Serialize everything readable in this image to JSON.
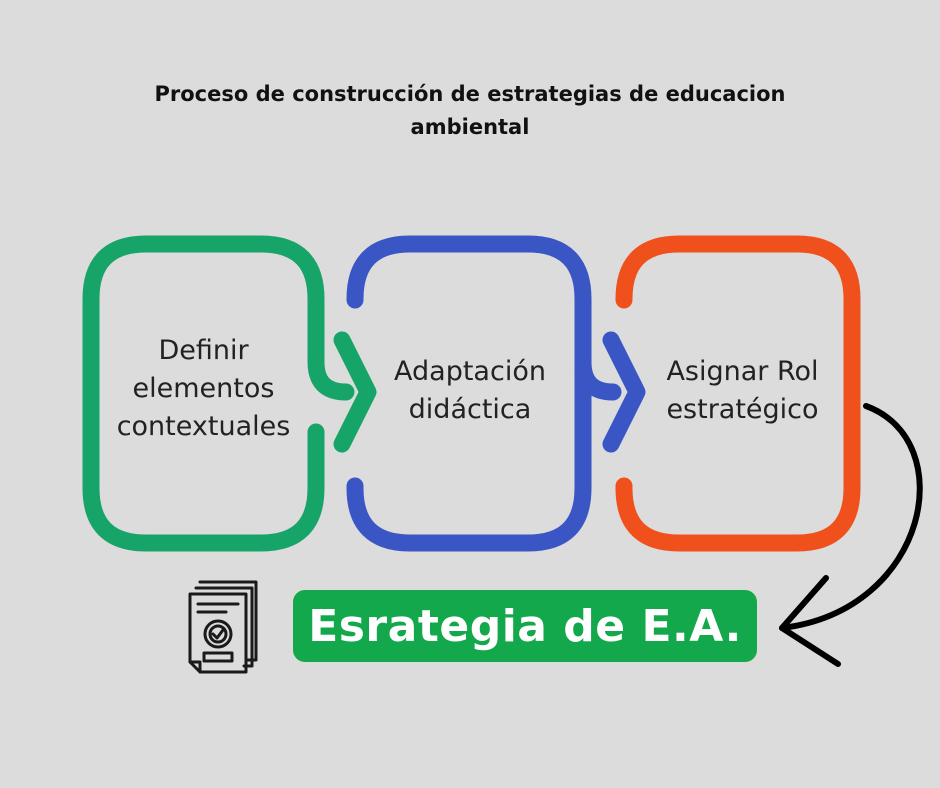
{
  "title": {
    "line1": "Proceso de construcción de estrategias de educacion",
    "line2": "ambiental"
  },
  "steps": [
    {
      "line1": "Definir",
      "line2": "elementos",
      "line3": "contextuales",
      "color": "#17a469",
      "icon": ""
    },
    {
      "line1": "Adaptación",
      "line2": "didáctica",
      "color": "#3a55c4"
    },
    {
      "line1": "Asignar Rol",
      "line2": "estratégico",
      "color": "#f0511c"
    }
  ],
  "result": {
    "label": "Esrategia de E.A.",
    "color": "#12a84b",
    "icon": "approved-document-icon"
  },
  "colors": {
    "background": "#dcdcdc",
    "arrow": "#000000"
  }
}
